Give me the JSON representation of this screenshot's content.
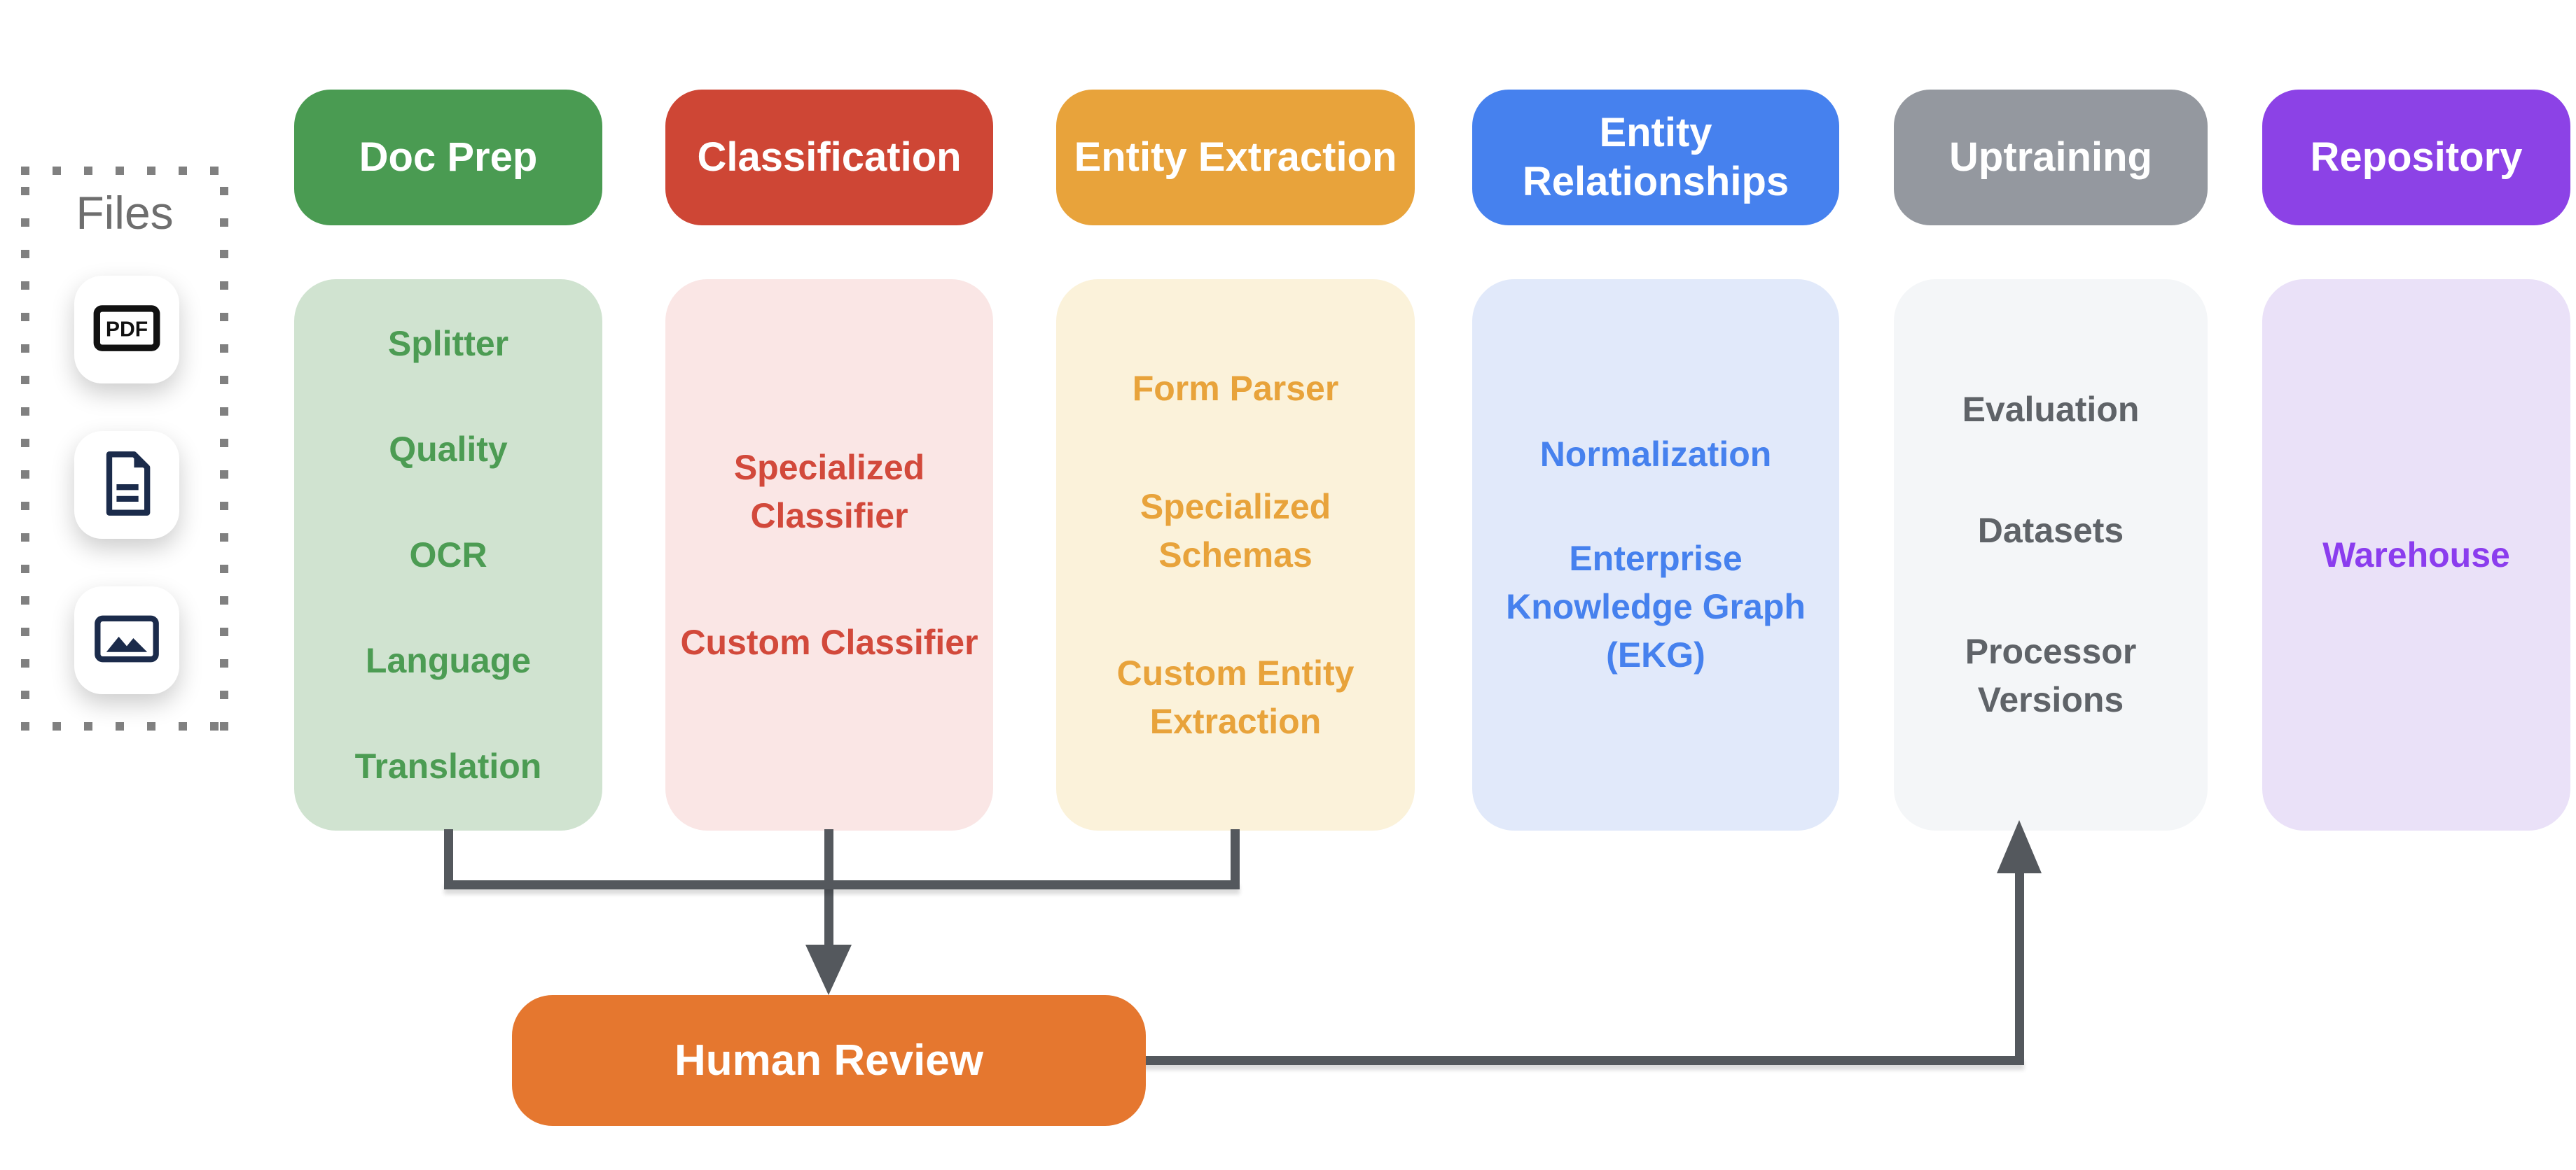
{
  "files_panel": {
    "title": "Files",
    "cards": [
      {
        "icon": "pdf-file-icon",
        "label": "PDF"
      },
      {
        "icon": "document-file-icon"
      },
      {
        "icon": "image-file-icon"
      }
    ]
  },
  "pipeline_stages": [
    {
      "name": "Doc Prep",
      "header_color": "#4A9B52",
      "body_color": "#D0E3D0",
      "text_color": "#4C9C53",
      "items": [
        "Splitter",
        "Quality",
        "OCR",
        "Language",
        "Translation"
      ]
    },
    {
      "name": "Classification",
      "header_color": "#CE4635",
      "body_color": "#FAE6E5",
      "text_color": "#D2493B",
      "items": [
        "Specialized Classifier",
        "Custom Classifier"
      ]
    },
    {
      "name": "Entity Extraction",
      "header_color": "#E8A33B",
      "body_color": "#FBF2DA",
      "text_color": "#E8A33B",
      "items": [
        "Form Parser",
        "Specialized Schemas",
        "Custom Entity Extraction"
      ]
    },
    {
      "name": "Entity Relationships",
      "header_color": "#4681EE",
      "body_color": "#E1E9FA",
      "text_color": "#4681EE",
      "items": [
        "Normalization",
        "Enterprise Knowledge Graph (EKG)"
      ]
    },
    {
      "name": "Uptraining",
      "header_color": "#94989F",
      "body_color": "#F4F6F8",
      "text_color": "#5F6368",
      "items": [
        "Evaluation",
        "Datasets",
        "Processor Versions"
      ]
    },
    {
      "name": "Repository",
      "header_color": "#8C42E6",
      "body_color": "#EAE1F8",
      "text_color": "#8B3DEE",
      "items": [
        "Warehouse"
      ]
    }
  ],
  "human_review": {
    "label": "Human Review",
    "color": "#E5772F"
  },
  "connectors": {
    "color": "#54585D",
    "edges": [
      {
        "from": "Doc Prep",
        "to": "Human Review"
      },
      {
        "from": "Classification",
        "to": "Human Review"
      },
      {
        "from": "Entity Extraction",
        "to": "Human Review"
      },
      {
        "from": "Human Review",
        "to": "Uptraining"
      }
    ]
  }
}
